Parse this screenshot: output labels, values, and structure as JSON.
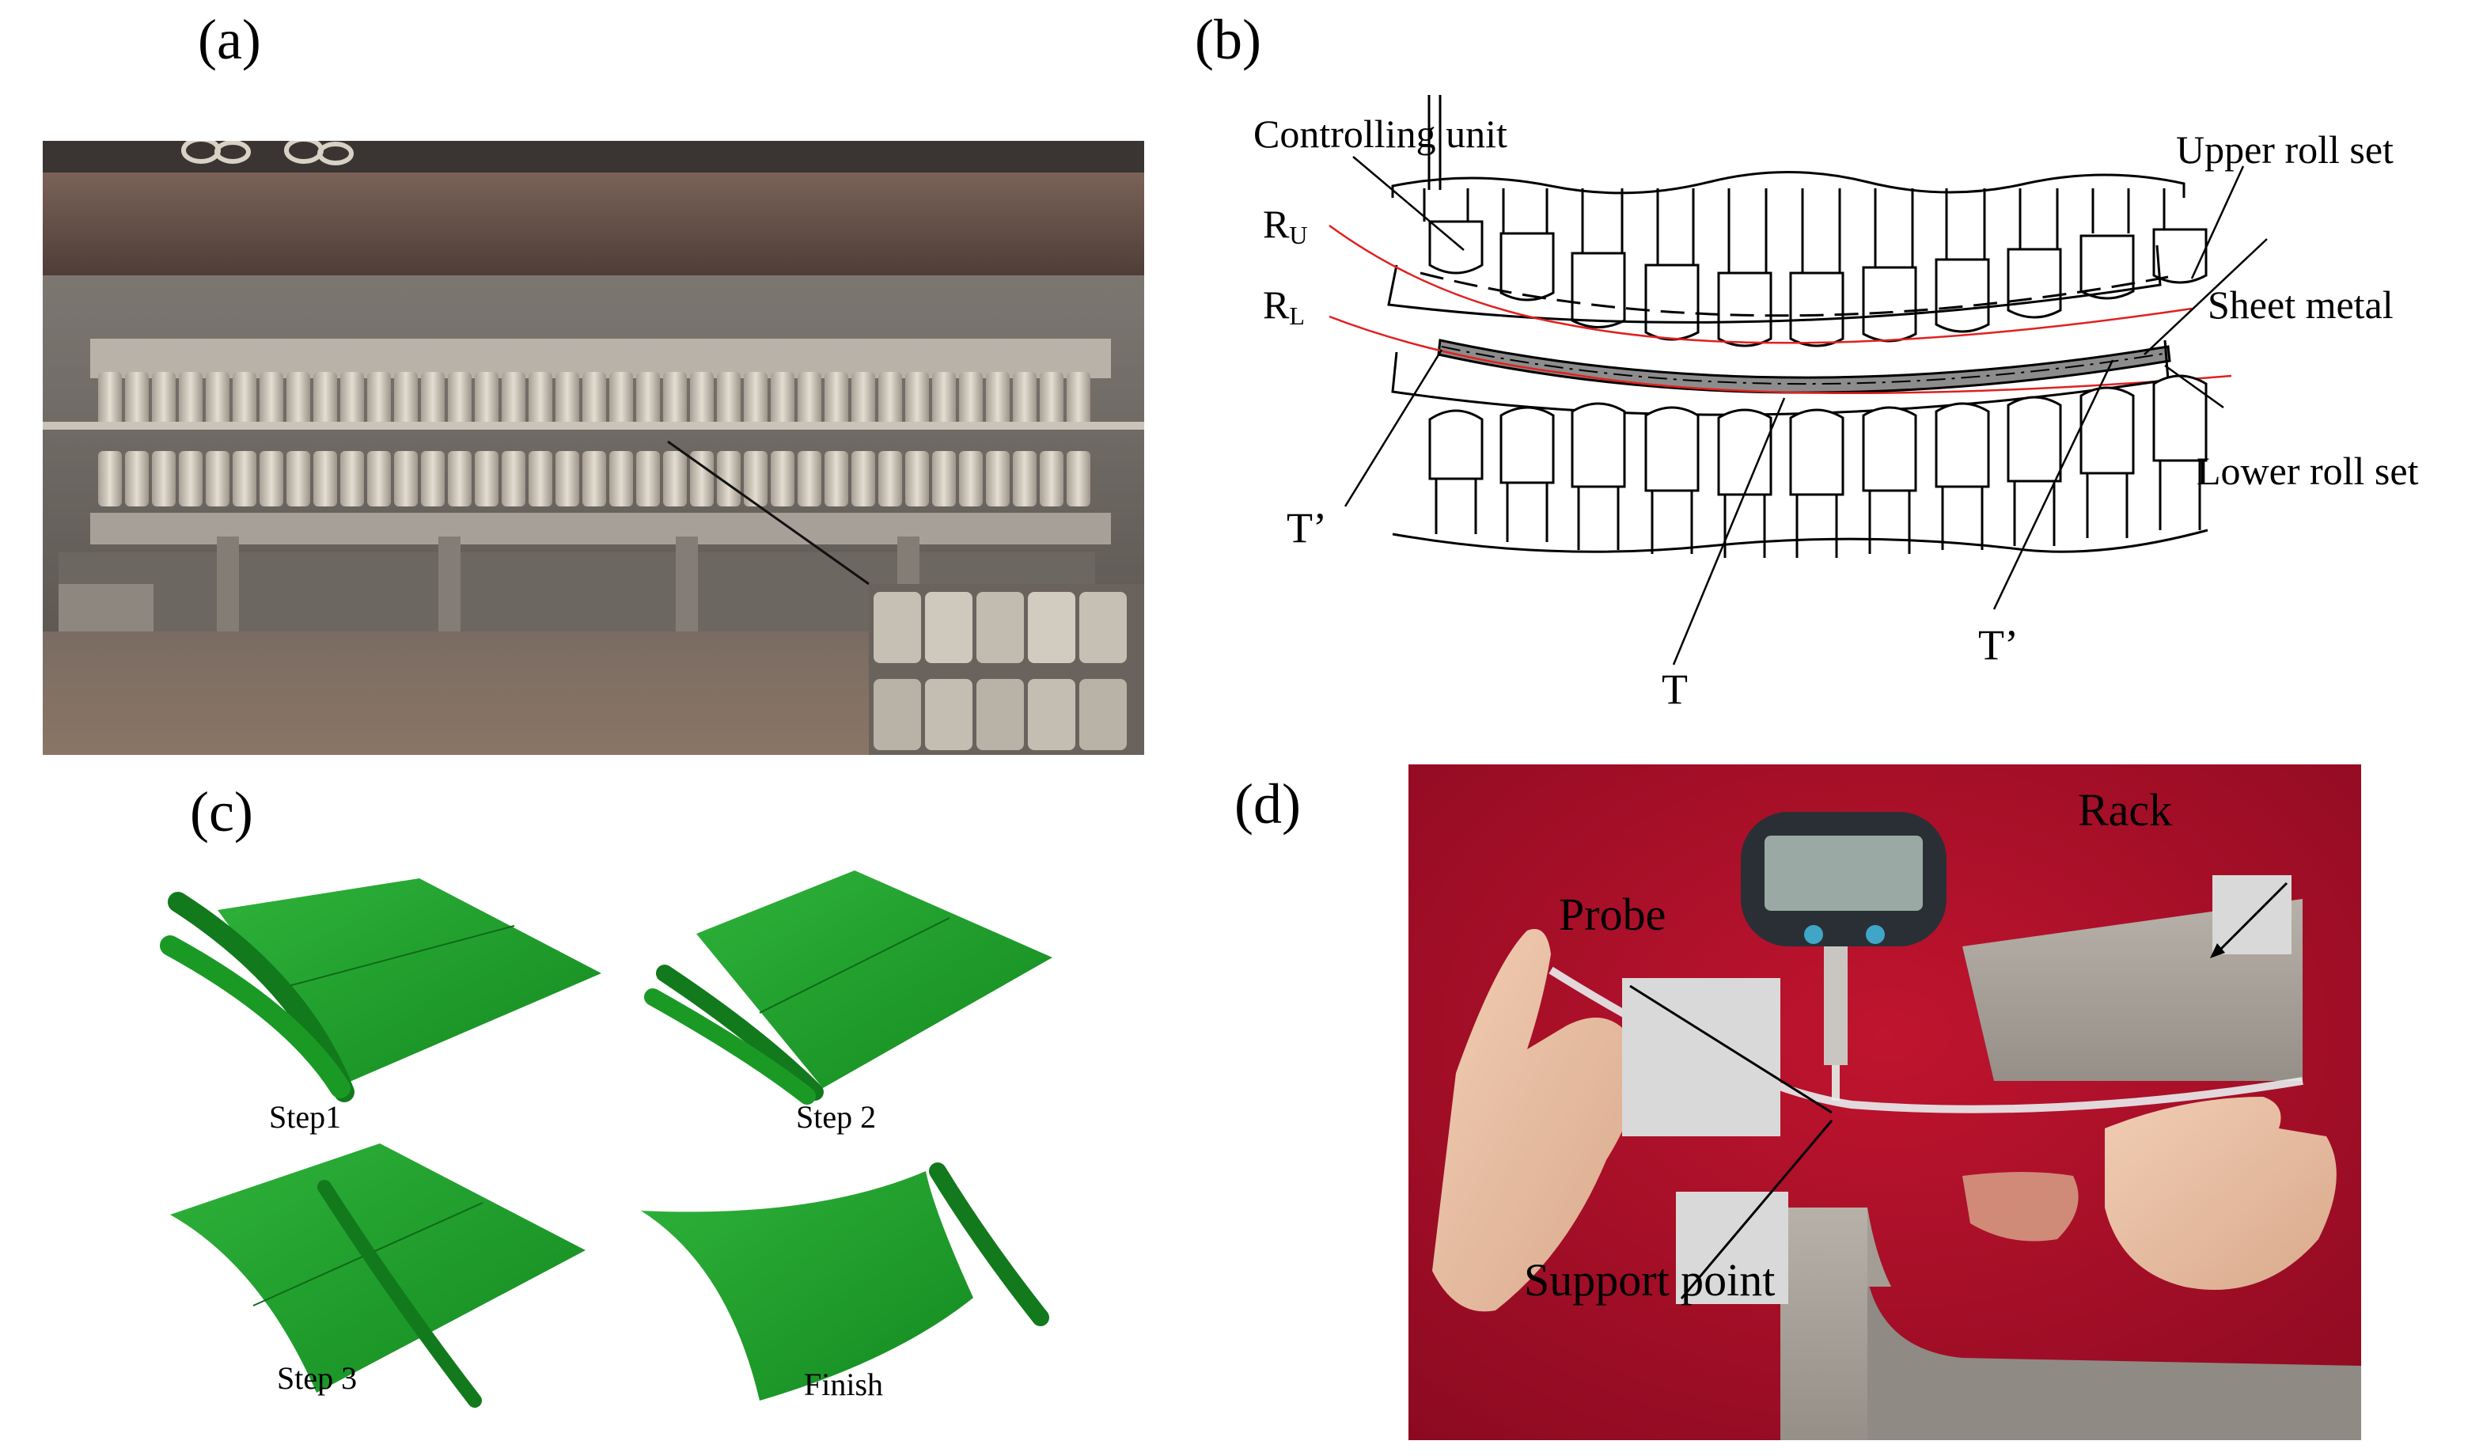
{
  "panels": {
    "a": {
      "label": "(a)"
    },
    "b": {
      "label": "(b)",
      "annotations": {
        "controlling_unit": "Controlling unit",
        "upper_roll_set": "Upper roll set",
        "sheet_metal": "Sheet metal",
        "lower_roll_set": "Lower roll set",
        "ru_main": "R",
        "ru_sub": "U",
        "rl_main": "R",
        "rl_sub": "L",
        "t_prime_left": "T’",
        "t_center": "T",
        "t_prime_right": "T’"
      }
    },
    "c": {
      "label": "(c)",
      "steps": {
        "step1": "Step1",
        "step2": "Step 2",
        "step3": "Step 3",
        "finish": "Finish"
      }
    },
    "d": {
      "label": "(d)",
      "annotations": {
        "rack": "Rack",
        "probe": "Probe",
        "support_point": "Support point"
      }
    }
  },
  "colors": {
    "machine_dark": "#5a4a42",
    "machine_steel": "#8a8580",
    "roll_face": "#cfc8bc",
    "sheet_green": "#1f9a2a",
    "roller_green": "#1a8a22",
    "red_velvet": "#b0102a",
    "rack_steel": "#a9a39c",
    "overlay_gray": "#d9d9d9",
    "contour_red": "#e02020"
  }
}
